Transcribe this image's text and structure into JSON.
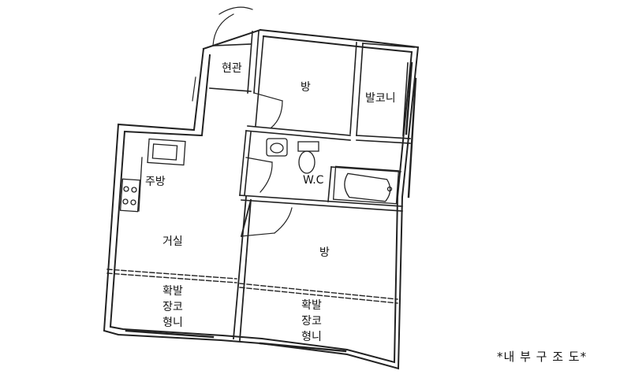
{
  "caption": "*내 부 구 조 도*",
  "rooms": {
    "entrance": "현관",
    "room_top": "방",
    "balcony_top": "발코니",
    "kitchen": "주방",
    "wc": "W.C",
    "living": "거실",
    "room_bottom": "방",
    "ext_left": [
      "확발",
      "장코",
      "형니"
    ],
    "ext_right": [
      "확발",
      "장코",
      "형니"
    ]
  }
}
